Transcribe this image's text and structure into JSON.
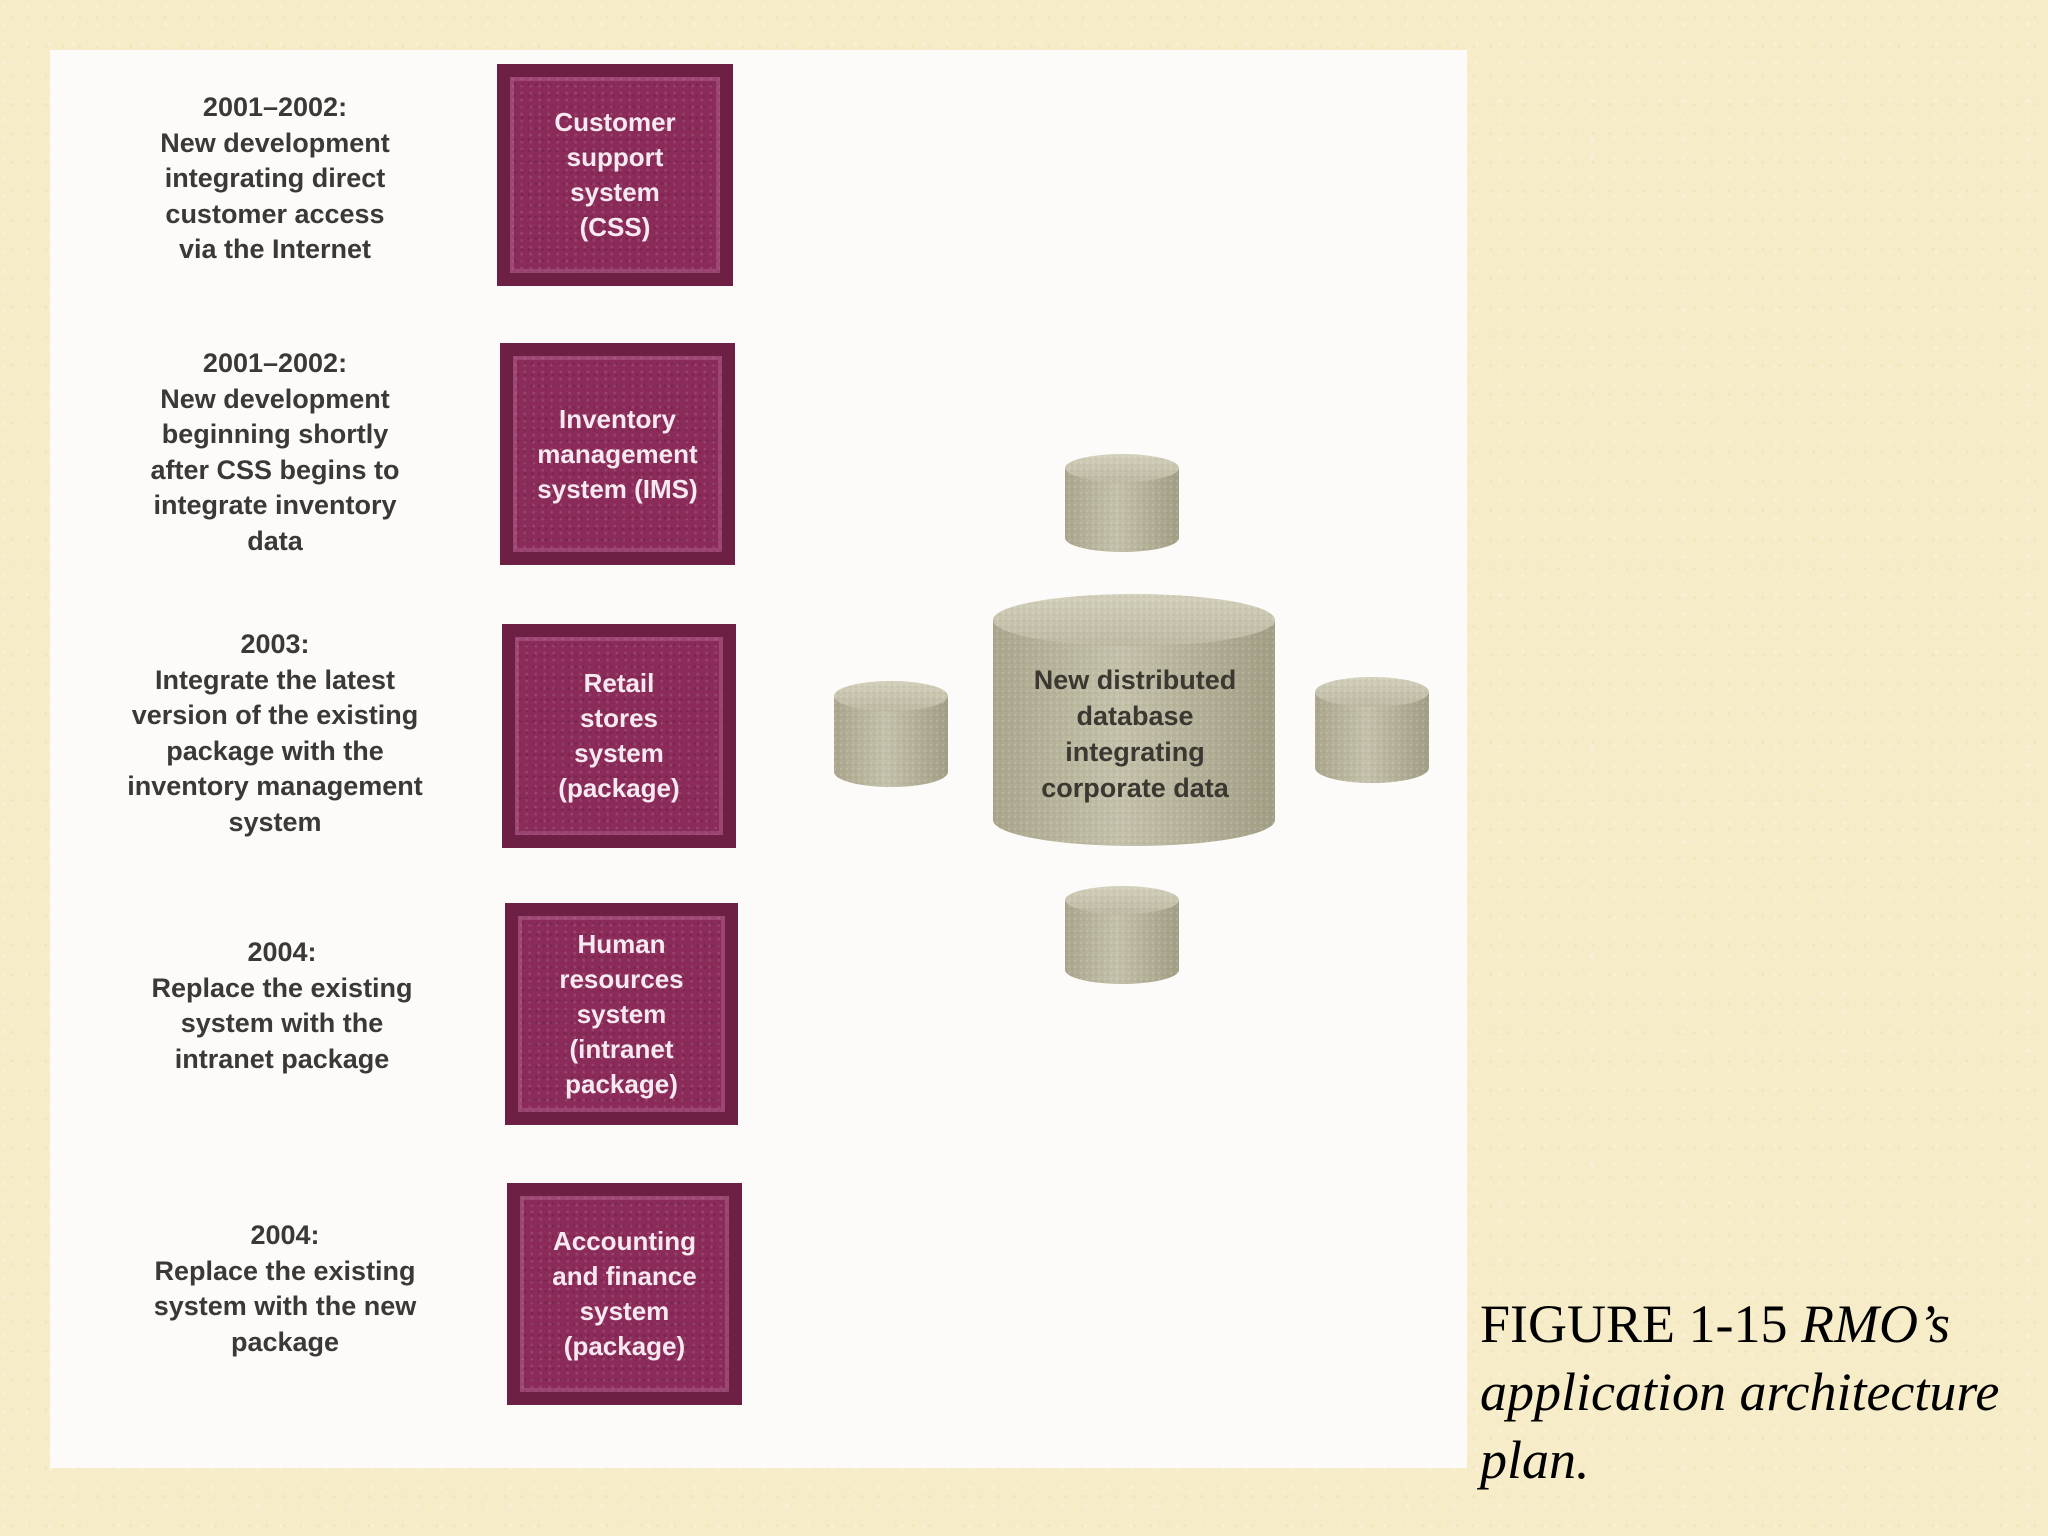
{
  "colors": {
    "slide_background": "#f6ecc8",
    "panel_background": "#fcfbf9",
    "system_box_fill": "#8b2b5a",
    "system_box_border": "#6e1f44",
    "system_box_text": "#f6e9ef",
    "database_fill": "#b8b59c",
    "description_text": "#3c3838"
  },
  "phases": [
    {
      "description": "2001–2002:\nNew development\nintegrating direct\ncustomer access\nvia the Internet",
      "system": "Customer\nsupport\nsystem\n(CSS)"
    },
    {
      "description": "2001–2002:\nNew development\nbeginning shortly\nafter CSS begins to\nintegrate inventory\ndata",
      "system": "Inventory\nmanagement\nsystem (IMS)"
    },
    {
      "description": "2003:\nIntegrate the latest\nversion of the existing\npackage with the\ninventory management\nsystem",
      "system": "Retail\nstores\nsystem\n(package)"
    },
    {
      "description": "2004:\nReplace the existing\nsystem with the\nintranet package",
      "system": "Human\nresources\nsystem\n(intranet\npackage)"
    },
    {
      "description": "2004:\nReplace the existing\nsystem with the new\npackage",
      "system": "Accounting\nand finance\nsystem\n(package)"
    }
  ],
  "database": {
    "main_label": "New distributed\ndatabase\nintegrating\ncorporate data",
    "icon": "database-cylinder-icon"
  },
  "caption": {
    "prefix": "FIGURE 1-15 ",
    "title": "RMO’s application architecture plan."
  }
}
